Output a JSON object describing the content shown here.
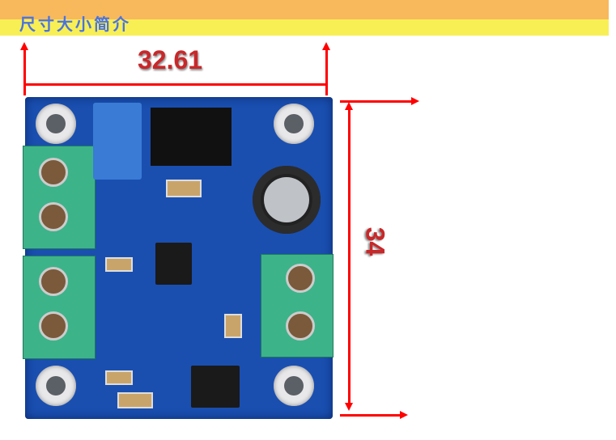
{
  "header": {
    "title": "尺寸大小简介"
  },
  "dimensions": {
    "width": "32.61",
    "height": "34"
  },
  "colors": {
    "arrow": "#ff0000",
    "board": "#1a4fb0",
    "terminal": "#3db38a",
    "title": "#4a73e0"
  }
}
